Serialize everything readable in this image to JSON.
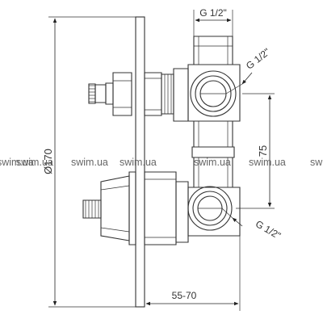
{
  "dimensions": {
    "diameter": "Ø170",
    "inlet_top": "G 1/2\"",
    "outlet_right_upper": "G 1/2\"",
    "outlet_right_lower": "G 1/2\"",
    "vertical_spacing": "75",
    "depth_range": "55-70"
  },
  "watermark": {
    "text": "swim.ua",
    "slots": [
      "swim.ua",
      "swim.ua",
      "swim.ua",
      "swim.ua",
      "swim.ua",
      "swim.ua",
      "swim.ua"
    ]
  },
  "colors": {
    "line": "#333333",
    "watermark": "#666666"
  }
}
